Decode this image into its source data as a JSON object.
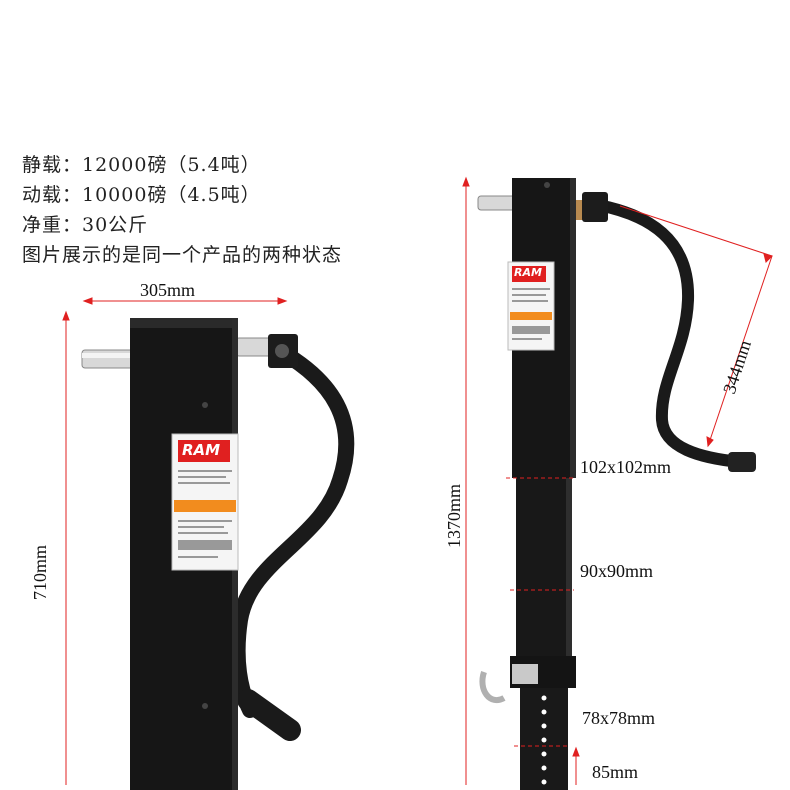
{
  "specs": {
    "static_load": "静载：12000磅（5.4吨）",
    "dynamic_load": "动载：10000磅（4.5吨）",
    "net_weight": "净重：30公斤",
    "note": "图片展示的是同一个产品的两种状态"
  },
  "dimensions": {
    "handle_width": "305mm",
    "retracted_height": "710mm",
    "extended_height": "1370mm",
    "crank_length": "344mm",
    "outer_tube": "102x102mm",
    "middle_tube": "90x90mm",
    "inner_tube": "78x78mm",
    "hole_spacing": "85mm"
  },
  "brand": {
    "logo_text": "RAM",
    "accent_color": "#e02020",
    "label_orange": "#f28c1e",
    "tube_color": "#161616"
  }
}
